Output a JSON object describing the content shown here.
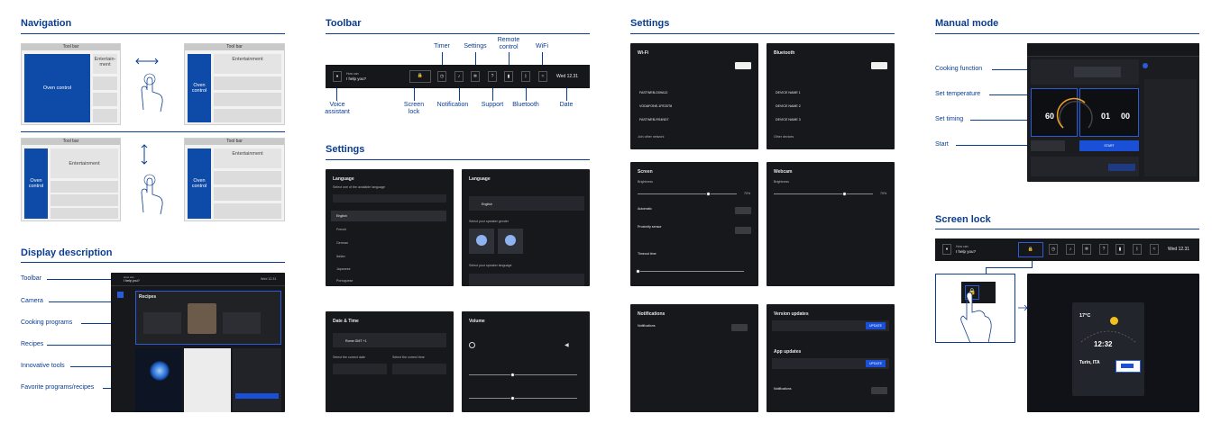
{
  "sections": {
    "navigation": "Navigation",
    "display_description": "Display description",
    "toolbar": "Toolbar",
    "settings": "Settings",
    "settings_right": "Settings",
    "manual_mode": "Manual mode",
    "screen_lock": "Screen lock"
  },
  "navigation": {
    "toolbar": "Tool bar",
    "oven_control": "Oven control",
    "entertainment": "Entertainment",
    "entertainment_short": "Entertain-\nment"
  },
  "display_labels": [
    "Toolbar",
    "Camera",
    "Cooking programs",
    "Recipes",
    "Innovative tools",
    "Favorite programs/recipes"
  ],
  "toolbar_callouts": {
    "timer": "Timer",
    "settings": "Settings",
    "remote_control": "Remote control",
    "wifi": "WiFi",
    "voice_assistant": "Voice assistant",
    "screen_lock": "Screen lock",
    "notification": "Notification",
    "support": "Support",
    "bluetooth": "Bluetooth",
    "date": "Date"
  },
  "toolbar_screen": {
    "prompt_small": "How can",
    "prompt": "I help you?",
    "date": "Wed 12.31"
  },
  "manual_mode_labels": [
    "Cooking function",
    "Set temperature",
    "Set timing",
    "Start"
  ],
  "manual_screen": {
    "temperature": "60",
    "hours": "01",
    "minutes": "00",
    "start": "START"
  },
  "lock_screen": {
    "temperature": "17°C",
    "time": "12:32",
    "city": "Turin, ITA"
  },
  "settings_screens": {
    "language": {
      "title": "Language",
      "subtitle": "Select one of the available language",
      "items": [
        "English",
        "French",
        "German",
        "Italian",
        "Japanese",
        "Portuguese"
      ]
    },
    "language2": {
      "title": "Language",
      "selected": "English",
      "gender_title": "Select your speaker gender",
      "voice_title": "Select your speaker language"
    },
    "datetime": {
      "title": "Date & Time",
      "timezone": "Rome GMT +1",
      "select_date": "Select the correct date",
      "select_time": "Select the correct time"
    },
    "volume": {
      "title": "Volume"
    },
    "wifi": {
      "title": "Wi-Fi",
      "networks": [
        "FASTWEB-D09A12",
        "VODAFONE-1FE20T8",
        "FASTWEB-RS4ND7"
      ],
      "join": "Join other network"
    },
    "bluetooth": {
      "title": "Bluetooth",
      "devices": [
        "DEVICE NAME 1",
        "DEVICE NAME 2",
        "DEVICE NAME 3"
      ],
      "other": "Other devices"
    },
    "screen": {
      "title": "Screen",
      "brightness": "Brightness",
      "percent": "70%",
      "automatic": "Automatic",
      "proximity": "Proximity sensor",
      "timeout": "Timeout time"
    },
    "webcam": {
      "title": "Webcam",
      "brightness": "Brightness",
      "percent": "70%"
    },
    "notifications": {
      "title": "Notifications",
      "row": "Notifications"
    },
    "updates": {
      "title": "Version updates",
      "app_title": "App updates",
      "button": "UPDATE",
      "row_notifications": "Notifications"
    }
  },
  "colors": {
    "brand_blue": "#0a3d8f",
    "oven_blue": "#0e4aa8",
    "accent_blue": "#1a50d8",
    "dark_bg": "#17181c"
  }
}
